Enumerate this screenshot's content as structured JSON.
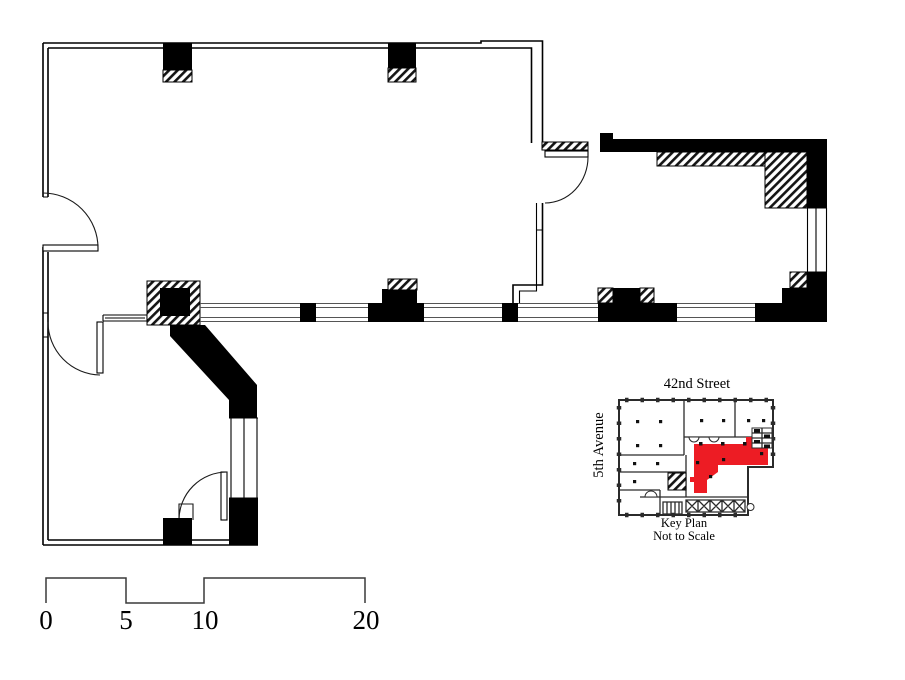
{
  "colors": {
    "wall": "#000000",
    "line": "#3a3a3a",
    "background": "#ffffff",
    "highlight": "#ed1c24"
  },
  "scale_bar": {
    "labels": [
      "0",
      "5",
      "10",
      "20"
    ]
  },
  "key_plan": {
    "street_top": "42nd Street",
    "street_left": "5th Avenue",
    "caption_line1": "Key Plan",
    "caption_line2": "Not to Scale"
  }
}
